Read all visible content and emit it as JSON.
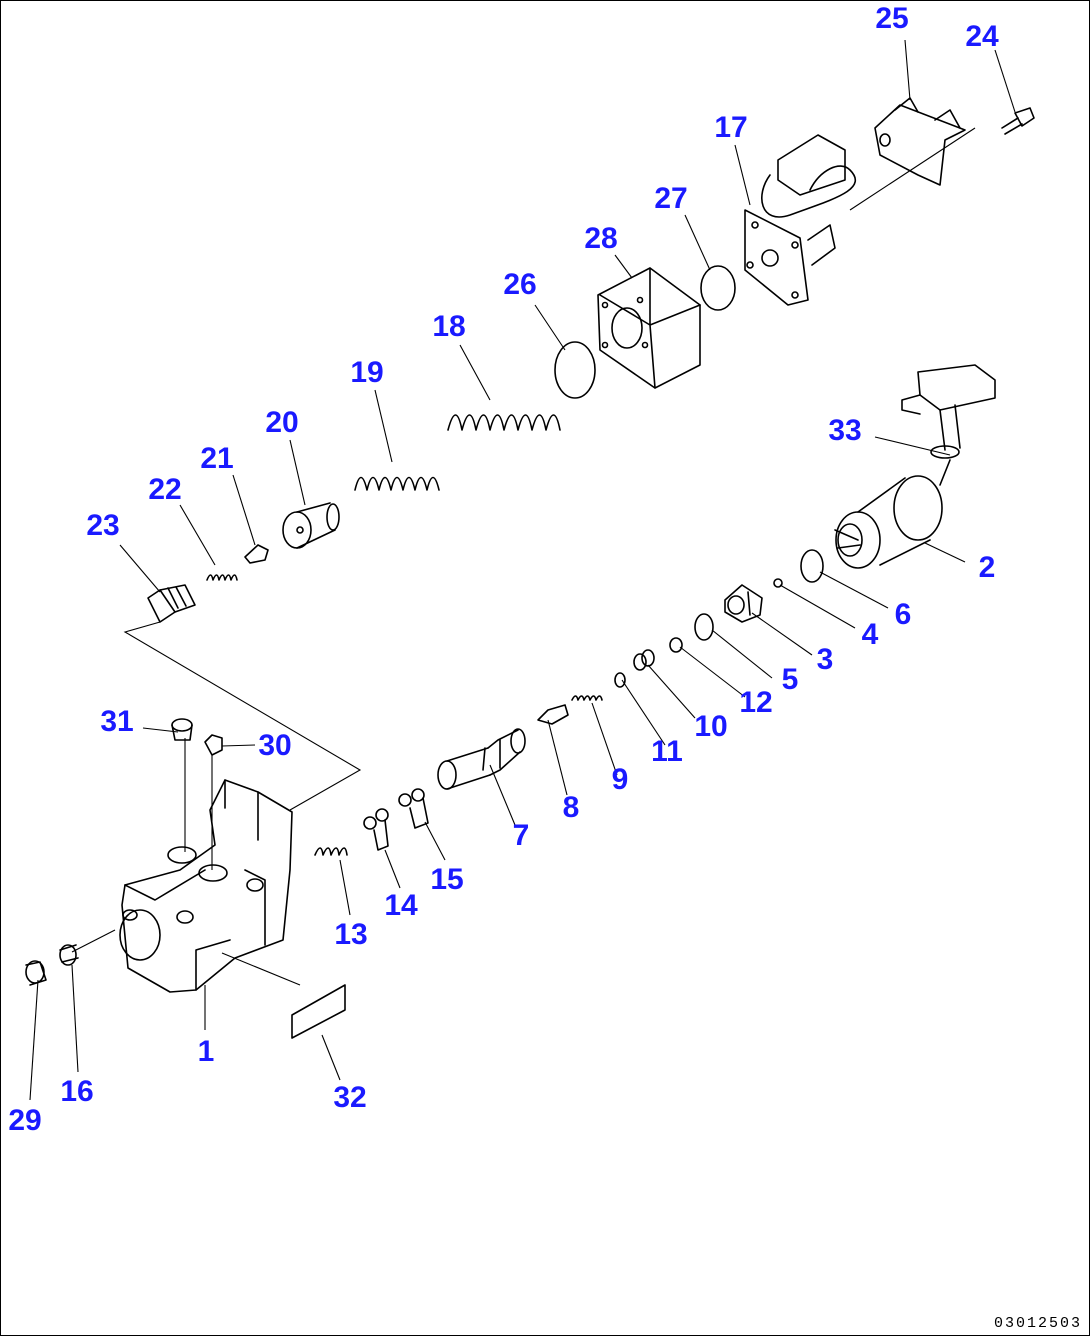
{
  "diagram": {
    "labels": [
      "1",
      "2",
      "3",
      "4",
      "5",
      "6",
      "7",
      "8",
      "9",
      "10",
      "11",
      "12",
      "13",
      "14",
      "15",
      "16",
      "17",
      "18",
      "19",
      "20",
      "21",
      "22",
      "23",
      "24",
      "25",
      "26",
      "27",
      "28",
      "29",
      "30",
      "31",
      "32",
      "33"
    ],
    "label_color": "#1a1aff",
    "drawing_code": "03012503"
  }
}
